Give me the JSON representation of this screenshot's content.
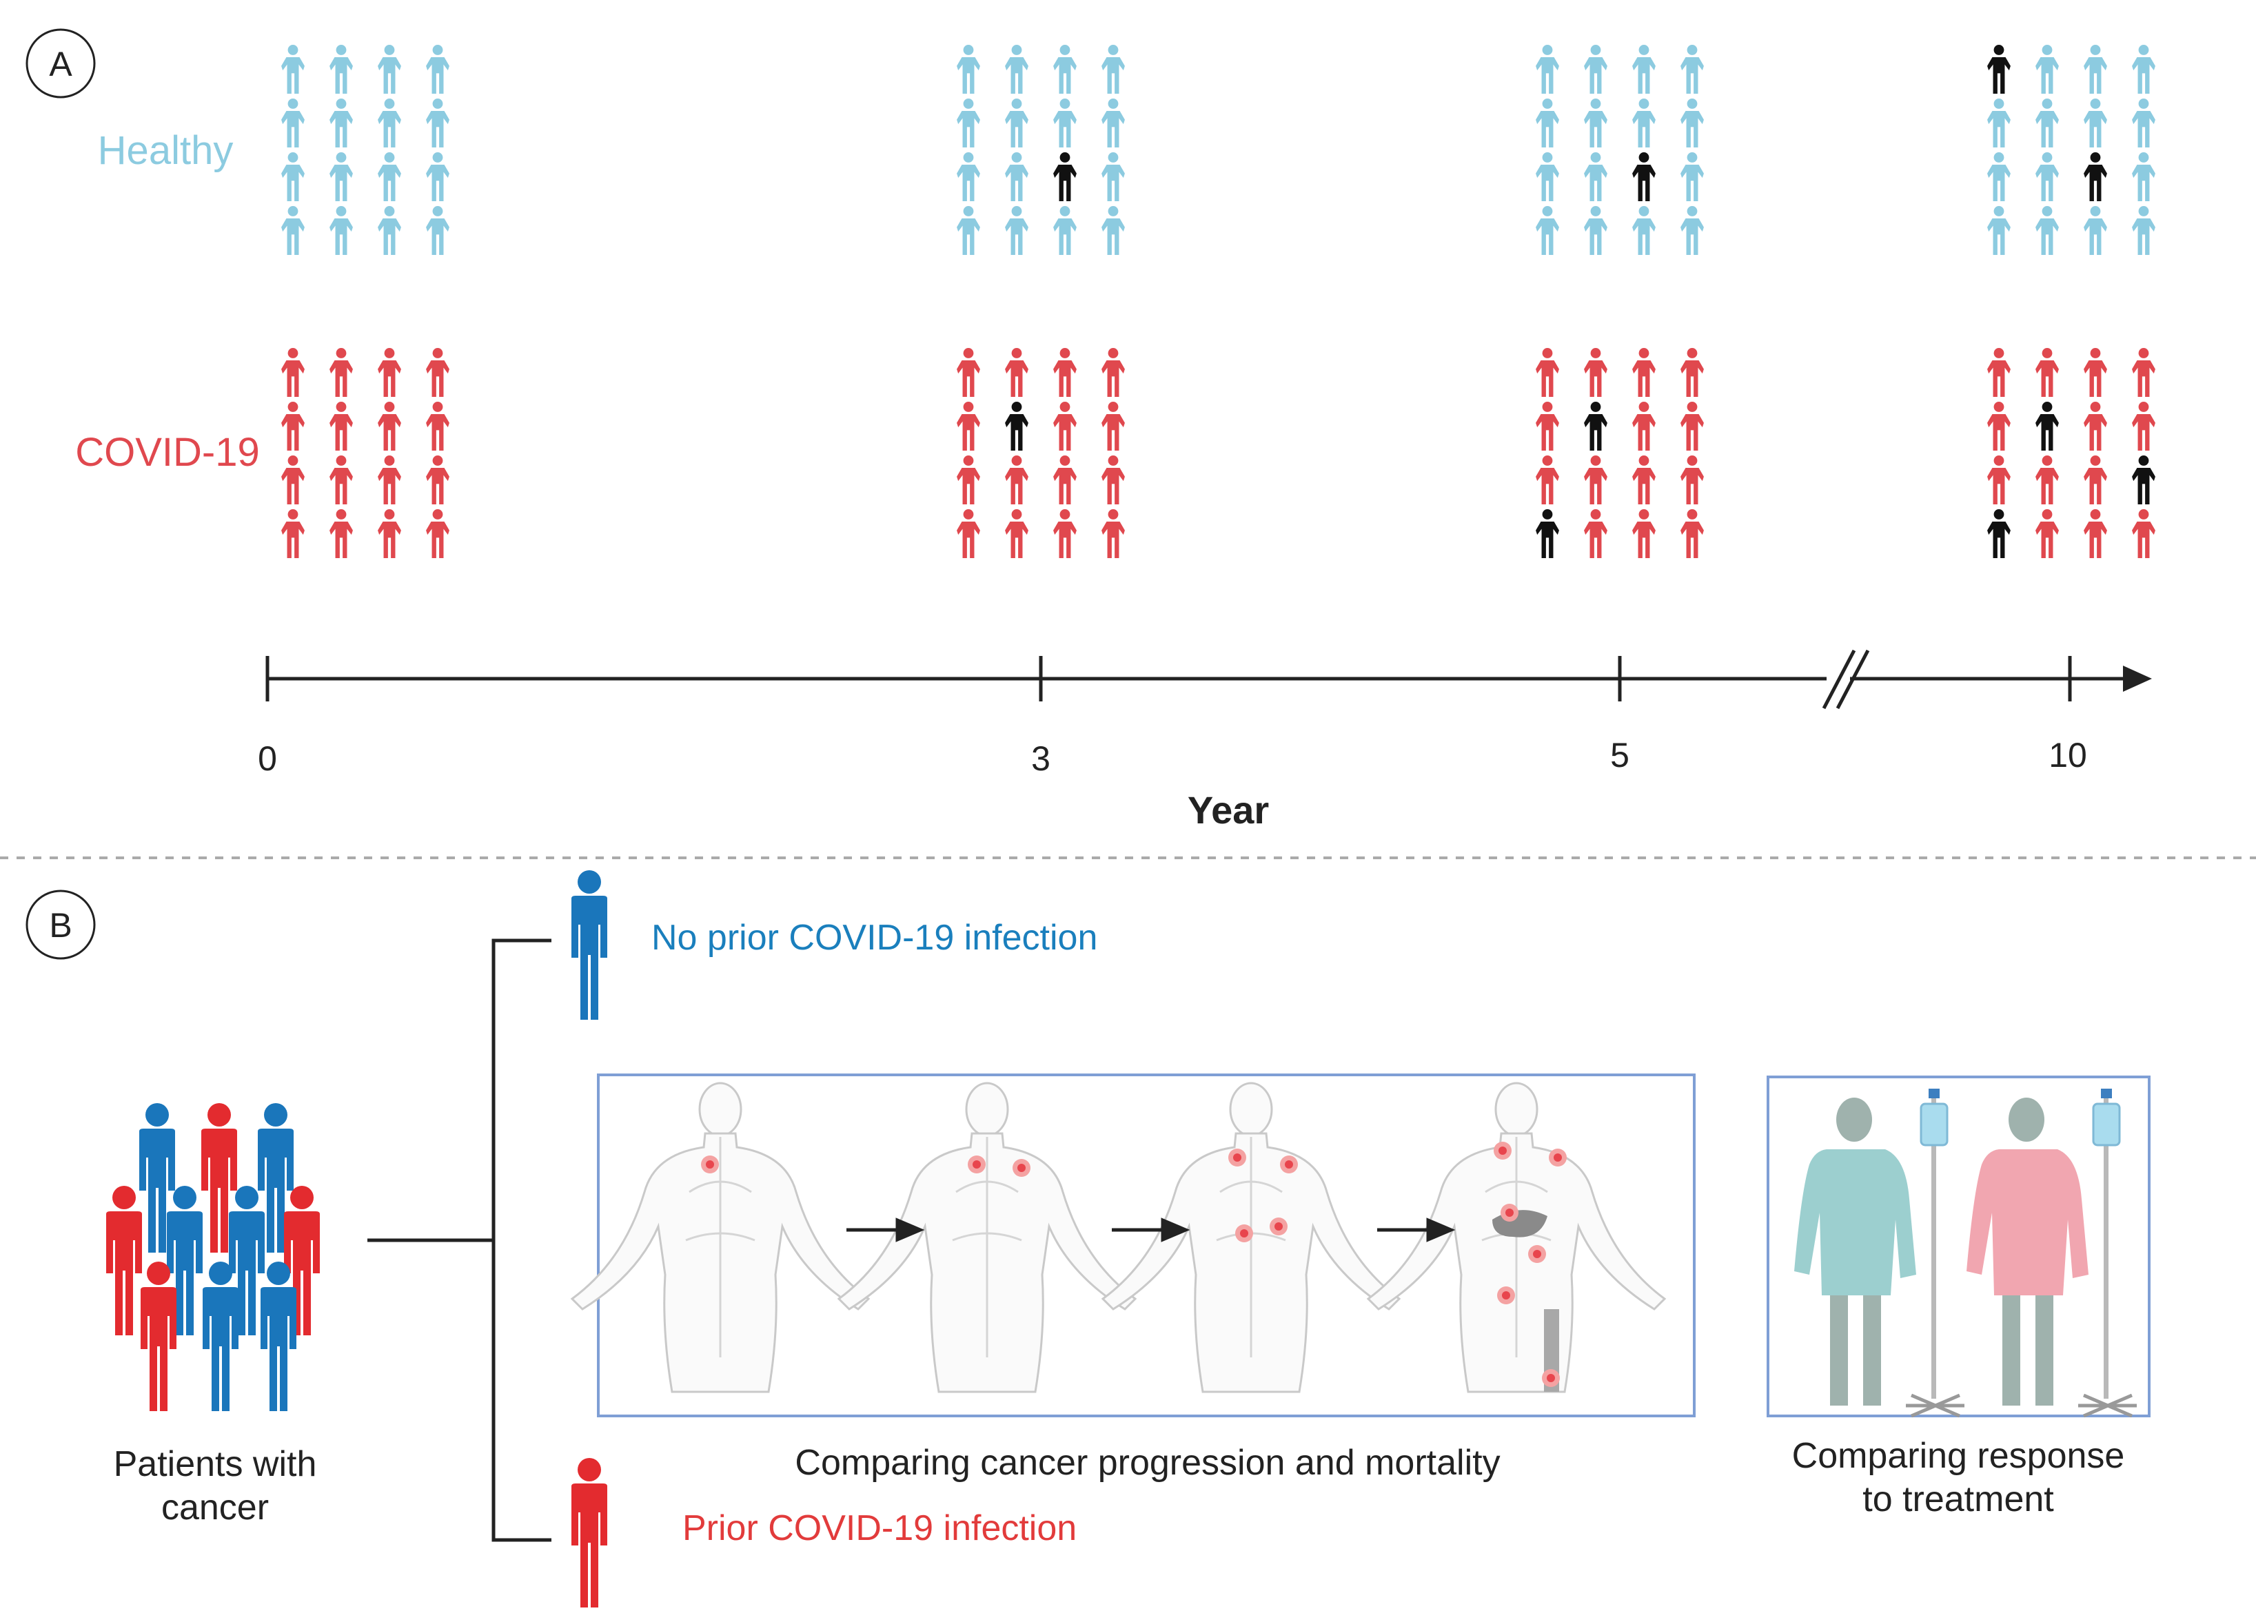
{
  "panel_a": {
    "label": "A",
    "healthy_label": "Healthy",
    "covid_label": "COVID-19",
    "axis_title": "Year",
    "ticks": [
      "0",
      "3",
      "5",
      "10"
    ],
    "grid": {
      "rows": 4,
      "cols": 4
    },
    "timepoints": [
      {
        "year": "0",
        "healthy_affected": [],
        "covid_affected": []
      },
      {
        "year": "3",
        "healthy_affected": [
          [
            2,
            2
          ]
        ],
        "covid_affected": [
          [
            1,
            1
          ]
        ]
      },
      {
        "year": "5",
        "healthy_affected": [
          [
            2,
            2
          ]
        ],
        "covid_affected": [
          [
            1,
            1
          ],
          [
            3,
            0
          ]
        ]
      },
      {
        "year": "10",
        "healthy_affected": [
          [
            0,
            0
          ],
          [
            2,
            2
          ]
        ],
        "covid_affected": [
          [
            1,
            1
          ],
          [
            2,
            3
          ],
          [
            3,
            0
          ]
        ]
      }
    ]
  },
  "panel_b": {
    "label": "B",
    "patients_label_line1": "Patients with",
    "patients_label_line2": "cancer",
    "no_prior_label": "No prior COVID-19 infection",
    "prior_label": "Prior COVID-19 infection",
    "progression_caption": "Comparing cancer progression and mortality",
    "response_caption_line1": "Comparing response",
    "response_caption_line2": "to treatment"
  },
  "colors": {
    "healthy": "#8ccbe0",
    "covid": "#e0484e",
    "affected": "#111111",
    "blue_person": "#1a76bb",
    "red_person": "#e32b2f",
    "no_prior_text": "#1a7fbd",
    "prior_text": "#e23b3b",
    "box_border": "#7f9fd5",
    "gown_teal": "#9ccfcf",
    "gown_pink": "#f1a6b0"
  }
}
